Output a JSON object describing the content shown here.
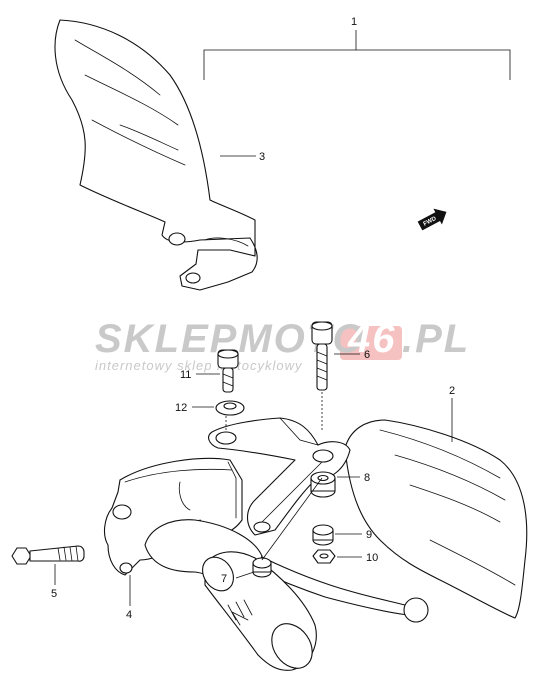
{
  "watermark": {
    "brand_left": "SKLEPMOTO",
    "brand_mid": "46",
    "brand_right": ".PL",
    "tagline": "internetowy sklep motocyklowy",
    "accent_color": "#f4b6b6"
  },
  "fwd_label": "FWD",
  "callouts": {
    "c1": "1",
    "c2": "2",
    "c3": "3",
    "c4": "4",
    "c5": "5",
    "c6": "6",
    "c7": "7",
    "c8": "8",
    "c9": "9",
    "c10": "10",
    "c11": "11",
    "c12": "12"
  }
}
